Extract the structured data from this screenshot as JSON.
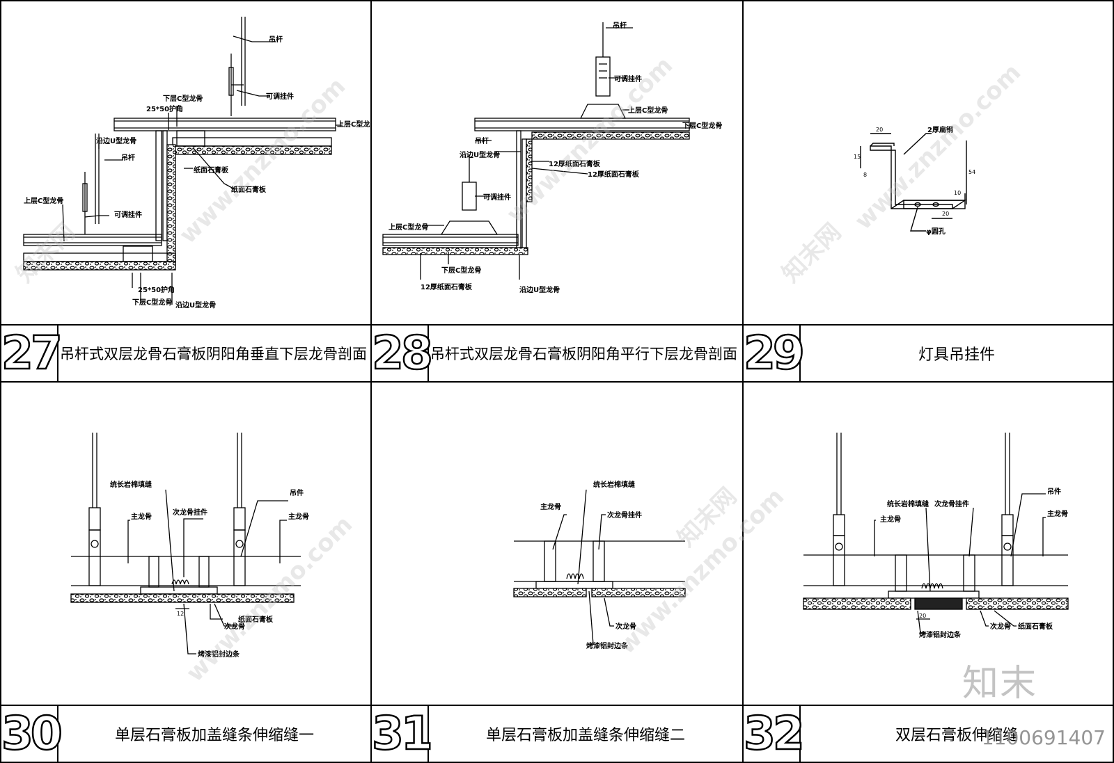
{
  "panels": [
    {
      "number": "27",
      "title": "吊杆式双层龙骨石膏板阴阳角垂直下层龙骨剖面",
      "labels": {
        "rod_top": "吊杆",
        "adjust_top": "可调挂件",
        "lower_c_top": "下层C型龙骨",
        "corner_top": "25*50护角",
        "upper_c_right": "上层C型龙骨",
        "edge_u_left": "沿边U型龙骨",
        "rod_left": "吊杆",
        "paper_board_1": "纸面石膏板",
        "paper_board_2": "纸面石膏板",
        "upper_c_left": "上层C型龙骨",
        "adjust_left": "可调挂件",
        "corner_bottom": "25*50护角",
        "lower_c_bottom": "下层C型龙骨",
        "edge_u_bottom": "沿边U型龙骨"
      }
    },
    {
      "number": "28",
      "title": "吊杆式双层龙骨石膏板阴阳角平行下层龙骨剖面",
      "labels": {
        "rod_top": "吊杆",
        "adjust_top": "可调挂件",
        "upper_c_top": "上层C型龙骨",
        "lower_c_right": "下层C型龙骨",
        "rod_left": "吊杆",
        "edge_u_left": "沿边U型龙骨",
        "board12_a": "12厚纸面石膏板",
        "board12_b": "12厚纸面石膏板",
        "adjust_left": "可调挂件",
        "upper_c_left": "上层C型龙骨",
        "lower_c_bottom": "下层C型龙骨",
        "board12_c": "12厚纸面石膏板",
        "edge_u_bottom": "沿边U型龙骨"
      }
    },
    {
      "number": "29",
      "title": "灯具吊挂件",
      "labels": {
        "flat_steel": "2厚扁钢",
        "round_hole": "φ圆孔"
      },
      "dims": {
        "d20_top": "20",
        "d15": "15",
        "d54": "54",
        "d10": "10",
        "d20_bottom": "20",
        "d8": "8"
      }
    },
    {
      "number": "30",
      "title": "单层石膏板加盖缝条伸缩缝一",
      "labels": {
        "rock_wool": "统长岩棉填缝",
        "hanger": "吊件",
        "main_keel_left": "主龙骨",
        "secondary_hanger": "次龙骨挂件",
        "main_keel_right": "主龙骨",
        "paper_board": "纸面石膏板",
        "secondary_keel": "次龙骨",
        "alu_strip": "烤漆铝封边条"
      },
      "dims": {
        "gap": "12"
      }
    },
    {
      "number": "31",
      "title": "单层石膏板加盖缝条伸缩缝二",
      "labels": {
        "rock_wool": "统长岩棉填缝",
        "main_keel": "主龙骨",
        "secondary_hanger": "次龙骨挂件",
        "secondary_keel": "次龙骨",
        "alu_strip": "烤漆铝封边条"
      }
    },
    {
      "number": "32",
      "title": "双层石膏板伸缩缝",
      "labels": {
        "rock_wool": "统长岩棉填缝",
        "secondary_hanger": "次龙骨挂件",
        "hanger": "吊件",
        "main_keel_left": "主龙骨",
        "main_keel_right": "主龙骨",
        "secondary_keel": "次龙骨",
        "paper_board": "纸面石膏板",
        "alu_strip": "烤漆铝封边条"
      },
      "dims": {
        "gap": "20"
      }
    }
  ],
  "watermarks": {
    "site": "www.znzmo.com",
    "cn": "知末网"
  },
  "brand": "知末",
  "id_code": "1100691407"
}
